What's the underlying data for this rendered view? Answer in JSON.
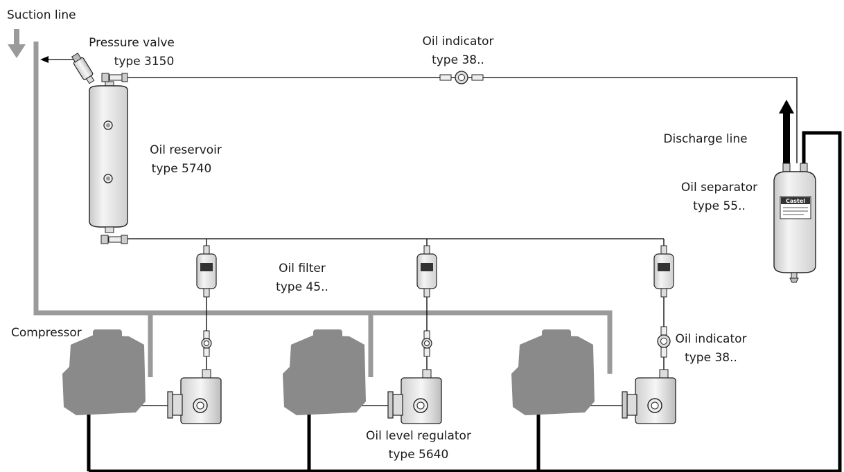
{
  "labels": {
    "suction_line": "Suction line",
    "pressure_valve": "Pressure valve",
    "pressure_valve_type": "type 3150",
    "oil_indicator_top": "Oil indicator",
    "oil_indicator_top_type": "type 38..",
    "oil_reservoir": "Oil reservoir",
    "oil_reservoir_type": "type 5740",
    "discharge_line": "Discharge line",
    "oil_separator": "Oil separator",
    "oil_separator_type": "type 55..",
    "oil_filter": "Oil filter",
    "oil_filter_type": "type 45..",
    "compressor": "Compressor",
    "oil_indicator_right": "Oil indicator",
    "oil_indicator_right_type": "type 38..",
    "oil_level_regulator": "Oil level regulator",
    "oil_level_regulator_type": "type 5640"
  },
  "separator_brand": "Castel",
  "colors": {
    "suction_pipe": "#9a9a9a",
    "discharge_pipe": "#000000",
    "compressor": "#8a8a8a",
    "vessel_fill": "#e6e6e6"
  }
}
